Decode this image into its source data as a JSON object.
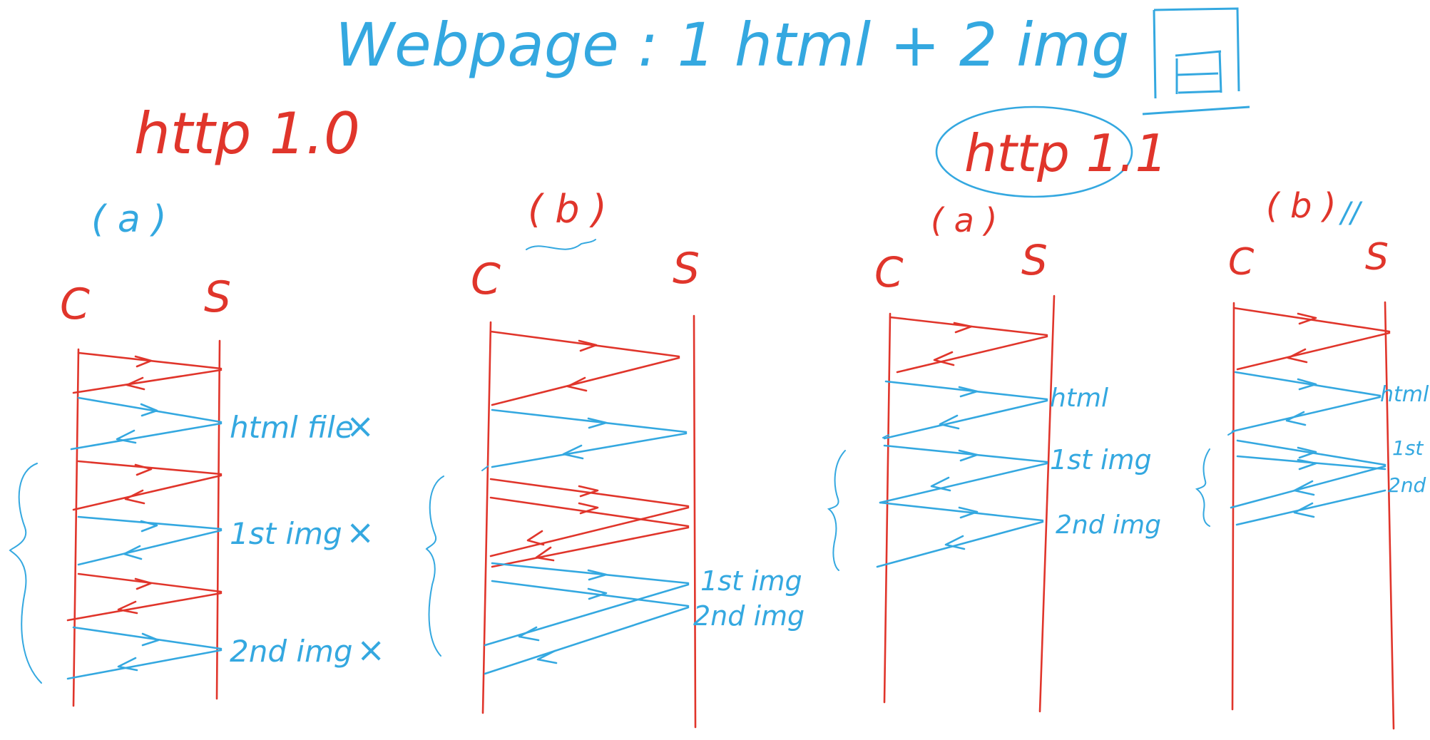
{
  "title": "Webpage : 1 html + 2 img",
  "http10": {
    "label": "http 1.0",
    "a": {
      "label": "( a )",
      "client": "C",
      "server": "S",
      "responses": [
        "html file",
        "1st img",
        "2nd img"
      ],
      "marks": [
        "×",
        "×",
        "×"
      ]
    },
    "b": {
      "label": "( b )",
      "client": "C",
      "server": "S",
      "responses": [
        "1st img",
        "2nd img"
      ]
    }
  },
  "http11": {
    "label": "http 1.1",
    "a": {
      "label": "( a )",
      "client": "C",
      "server": "S",
      "responses": [
        "html",
        "1st img",
        "2nd img"
      ]
    },
    "b": {
      "label": "( b )",
      "note": "//",
      "client": "C",
      "server": "S",
      "responses": [
        "html",
        "1st",
        "2nd"
      ]
    }
  },
  "colors": {
    "red": "#e0352b",
    "blue": "#34a8e0"
  },
  "icons": [
    "page-icon"
  ]
}
